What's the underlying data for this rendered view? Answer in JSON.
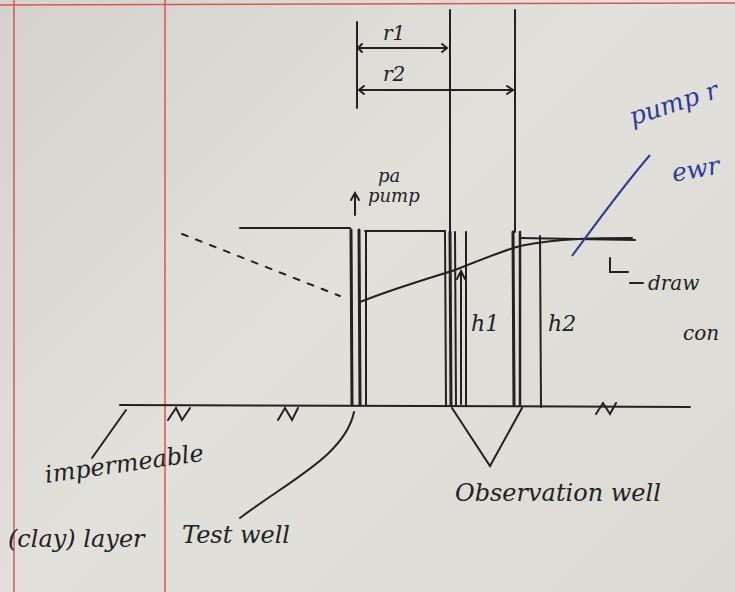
{
  "diagram": {
    "labels": [
      "r1",
      "r2",
      "pa",
      "pump",
      "pump r",
      "ewr",
      "draw",
      "con",
      "h1",
      "h2",
      "impermeable",
      "(clay) layer",
      "Test well",
      "Observation well"
    ]
  }
}
